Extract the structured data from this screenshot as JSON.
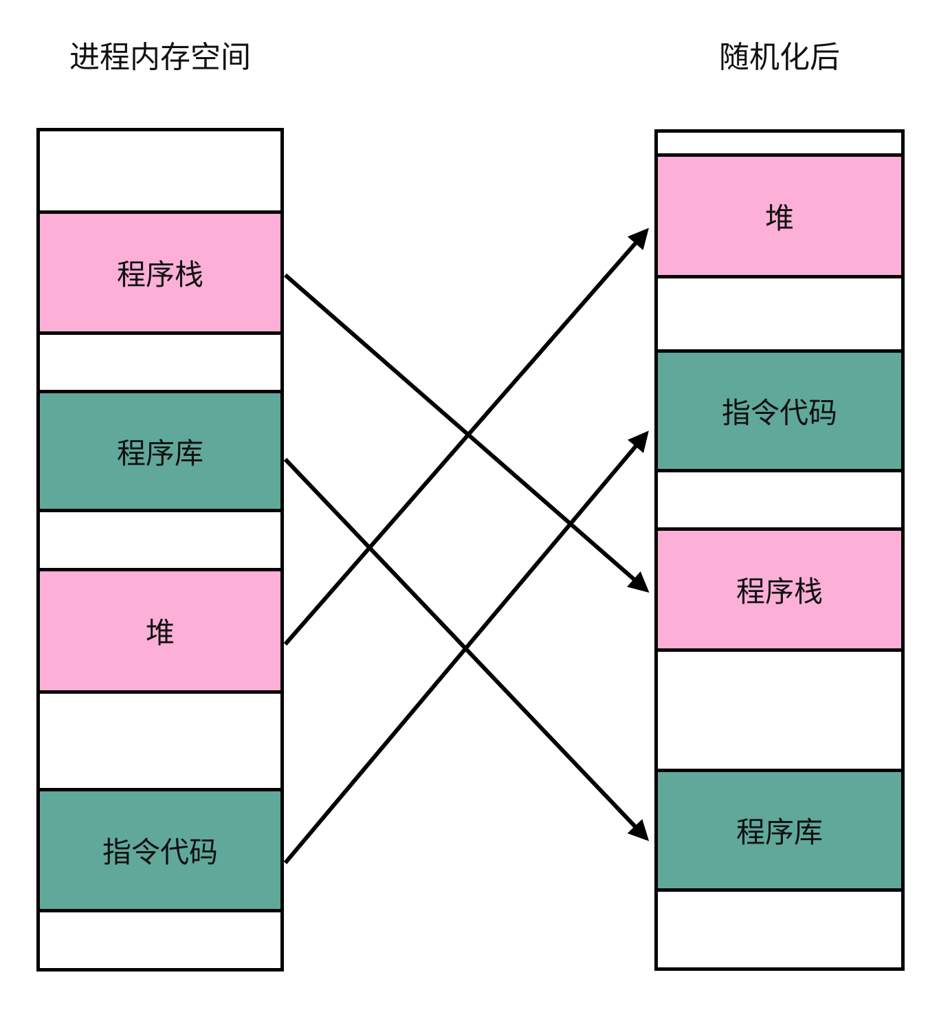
{
  "diagram": {
    "left_column": {
      "title": "进程内存空间",
      "segments": [
        {
          "label": "",
          "type": "blank"
        },
        {
          "label": "程序栈",
          "type": "pink"
        },
        {
          "label": "",
          "type": "blank"
        },
        {
          "label": "程序库",
          "type": "green"
        },
        {
          "label": "",
          "type": "blank"
        },
        {
          "label": "堆",
          "type": "pink"
        },
        {
          "label": "",
          "type": "blank"
        },
        {
          "label": "指令代码",
          "type": "green"
        },
        {
          "label": "",
          "type": "blank"
        }
      ]
    },
    "right_column": {
      "title": "随机化后",
      "segments": [
        {
          "label": "",
          "type": "blank"
        },
        {
          "label": "堆",
          "type": "pink"
        },
        {
          "label": "",
          "type": "blank"
        },
        {
          "label": "指令代码",
          "type": "green"
        },
        {
          "label": "",
          "type": "blank"
        },
        {
          "label": "程序栈",
          "type": "pink"
        },
        {
          "label": "",
          "type": "blank"
        },
        {
          "label": "程序库",
          "type": "green"
        },
        {
          "label": "",
          "type": "blank"
        }
      ]
    },
    "arrows": [
      {
        "from": "程序栈",
        "to": "程序栈"
      },
      {
        "from": "程序库",
        "to": "程序库"
      },
      {
        "from": "堆",
        "to": "堆"
      },
      {
        "from": "指令代码",
        "to": "指令代码"
      }
    ],
    "colors": {
      "pink": "#FCAFD7",
      "green": "#60A89A",
      "line": "#000000",
      "background": "#FFFFFF"
    }
  }
}
